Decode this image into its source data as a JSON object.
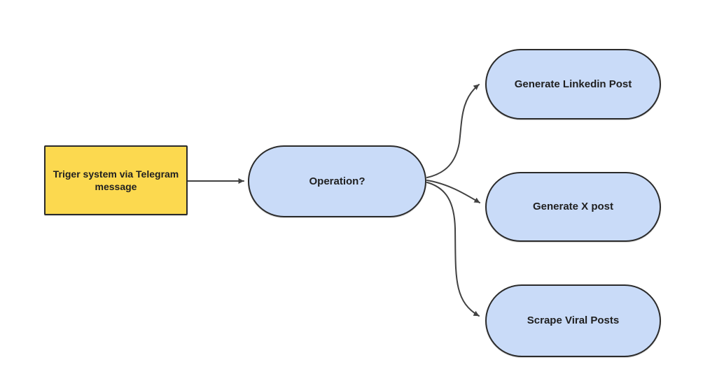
{
  "diagram": {
    "type": "flowchart",
    "background": "#FFFFFF",
    "colors": {
      "node_yellow_fill": "#FCD94F",
      "node_blue_fill": "#C9DBF8",
      "node_border": "#2B2B2B",
      "arrow": "#414141",
      "text": "#202020"
    },
    "nodes": [
      {
        "id": "trigger",
        "shape": "rectangle",
        "fill": "#FCD94F",
        "label": "Triger system via Telegram\nmessage"
      },
      {
        "id": "operation",
        "shape": "stadium",
        "fill": "#C9DBF8",
        "label": "Operation?"
      },
      {
        "id": "linkedin",
        "shape": "stadium",
        "fill": "#C9DBF8",
        "label": "Generate Linkedin Post"
      },
      {
        "id": "xpost",
        "shape": "stadium",
        "fill": "#C9DBF8",
        "label": "Generate X post"
      },
      {
        "id": "scrape",
        "shape": "stadium",
        "fill": "#C9DBF8",
        "label": "Scrape Viral Posts"
      }
    ],
    "edges": [
      {
        "from": "trigger",
        "to": "operation"
      },
      {
        "from": "operation",
        "to": "linkedin"
      },
      {
        "from": "operation",
        "to": "xpost"
      },
      {
        "from": "operation",
        "to": "scrape"
      }
    ]
  }
}
